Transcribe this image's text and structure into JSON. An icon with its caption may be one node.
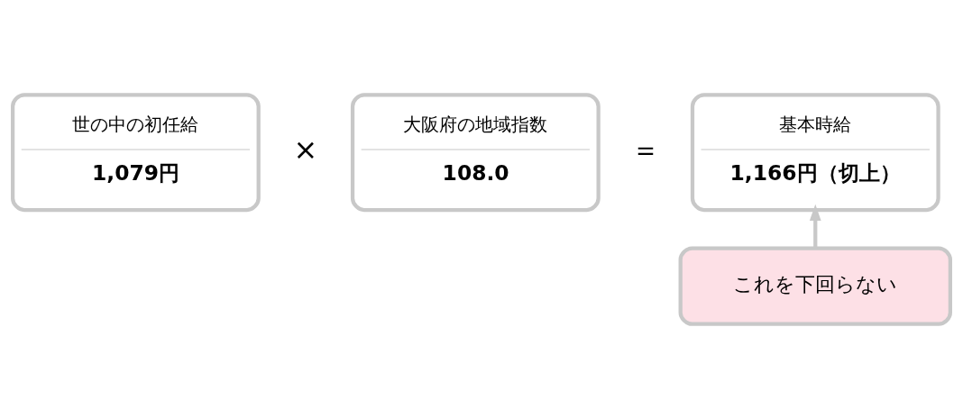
{
  "diagram": {
    "nodes": [
      {
        "text": [
          "世の中の初任給",
          "1,079円"
        ]
      },
      {
        "text": [
          "大阪府の地域指数",
          "108.0"
        ]
      },
      {
        "text": [
          "基本時給",
          "1,166円（切上）"
        ]
      },
      {
        "text": [
          "これを下回らない"
        ]
      }
    ],
    "edges": [
      {
        "from": 3,
        "to": 2,
        "arrow": "to"
      }
    ],
    "labels": [
      "×",
      "＝"
    ]
  }
}
